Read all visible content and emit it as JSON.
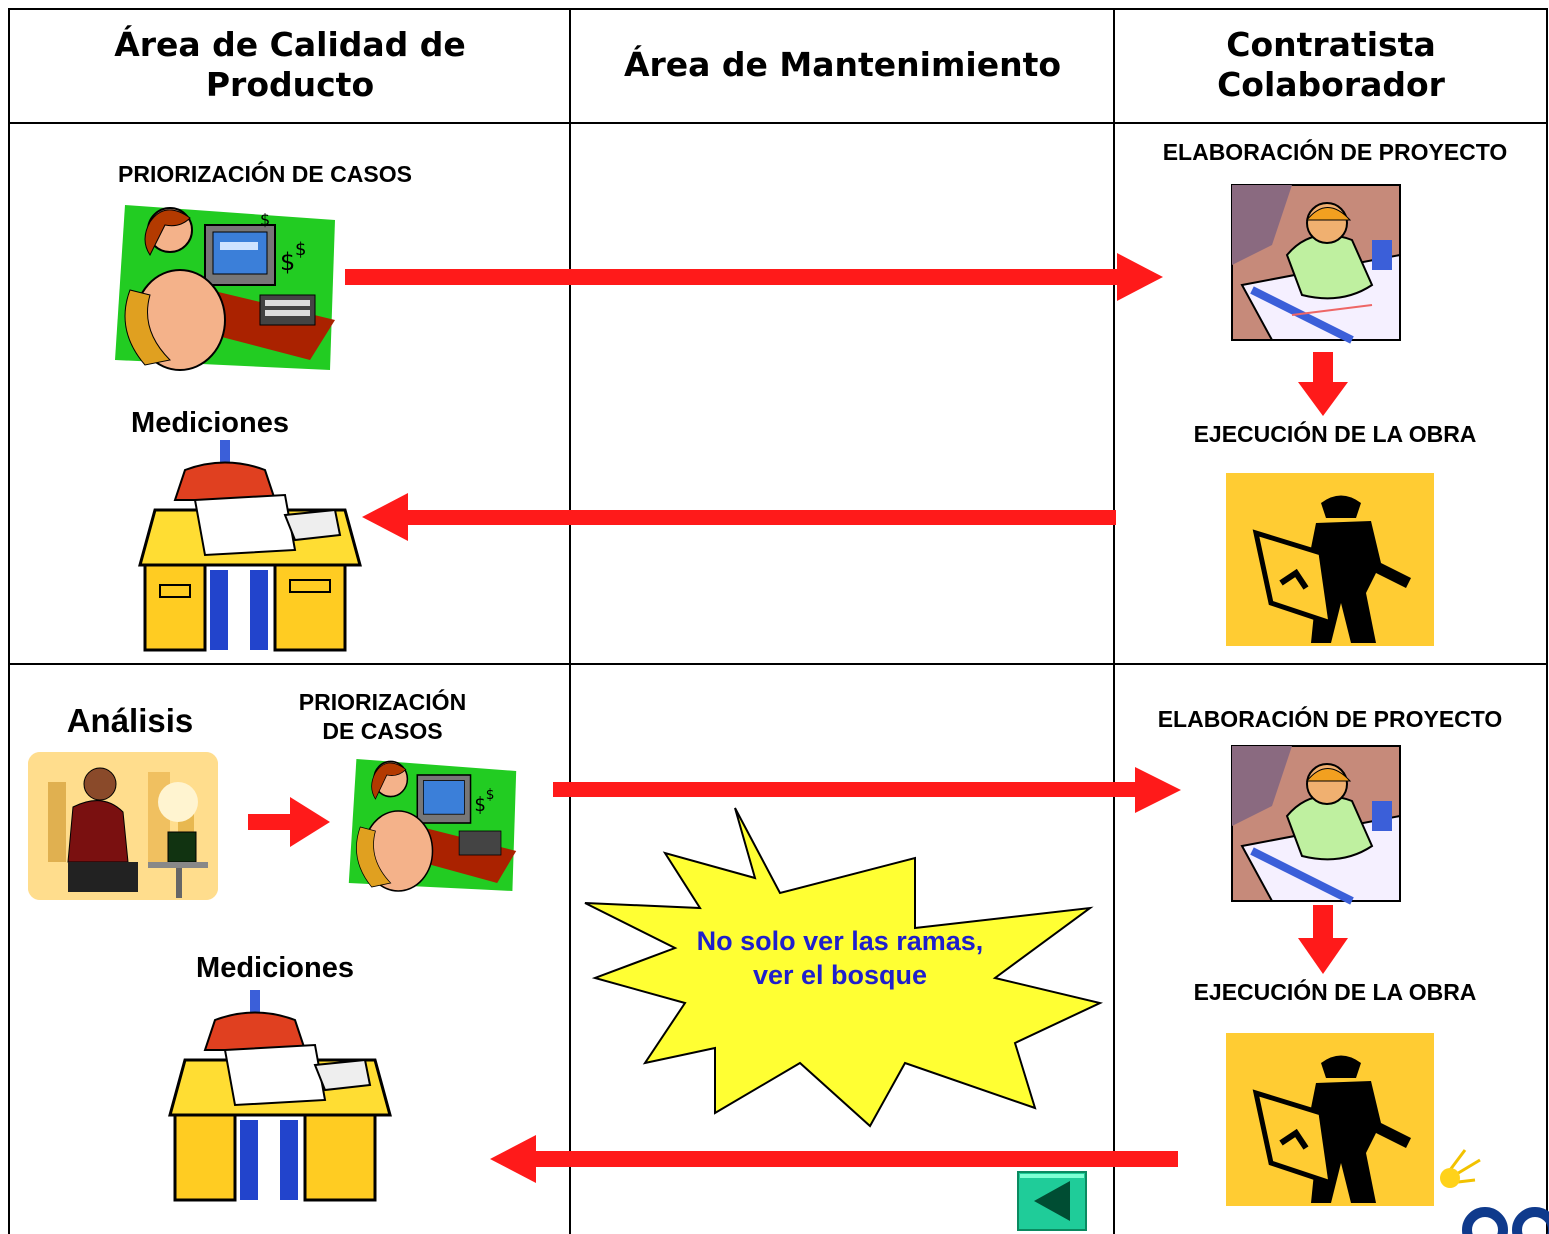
{
  "columns": {
    "quality": "Área de Calidad de\nProducto",
    "maintenance": "Área de Mantenimiento",
    "contractor": "Contratista\nColaborador"
  },
  "section1": {
    "prioritization": "PRIORIZACIÓN  DE CASOS",
    "measurements": "Mediciones",
    "project": "ELABORACIÓN DE PROYECTO",
    "execution": "EJECUCIÓN DE LA OBRA"
  },
  "section2": {
    "analysis": "Análisis",
    "prioritization": "PRIORIZACIÓN\nDE CASOS",
    "measurements": "Mediciones",
    "project": "ELABORACIÓN DE PROYECTO",
    "execution": "EJECUCIÓN DE LA OBRA",
    "callout": "No solo ver las ramas,\nver el bosque"
  },
  "colors": {
    "arrow": "#ff1a1a",
    "callout_fill": "#ffff33",
    "callout_text": "#1f1fcc",
    "nav_button": "#1fcc99",
    "clipart_green": "#22cc22",
    "clipart_yellow": "#ffcc33"
  },
  "icons": [
    "woman-at-computer-icon",
    "office-desk-icon",
    "engineer-drafting-icon",
    "construction-worker-icon",
    "man-with-laptop-icon",
    "back-arrow-icon"
  ]
}
